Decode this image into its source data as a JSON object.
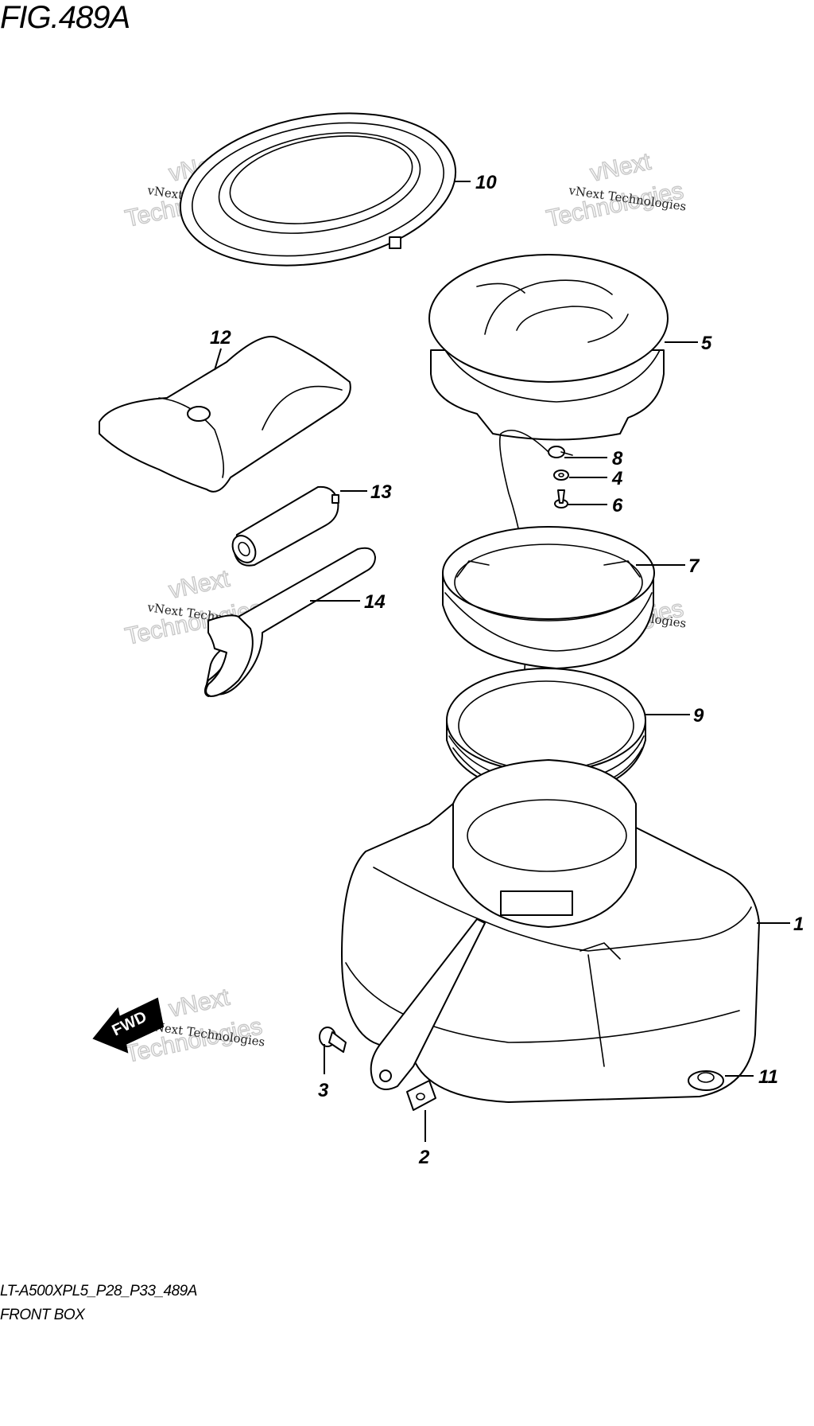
{
  "figure": {
    "title": "FIG.489A",
    "code": "LT-A500XPL5_P28_P33_489A",
    "name": "FRONT BOX"
  },
  "callouts": [
    "10",
    "5",
    "12",
    "8",
    "4",
    "6",
    "13",
    "7",
    "14",
    "9",
    "1",
    "3",
    "2",
    "11"
  ],
  "watermark": {
    "small": "vNext Technologies",
    "big_line1": "vNext",
    "big_line2": "Technologies"
  },
  "direction_arrow": {
    "label": "FWD"
  },
  "colors": {
    "ink": "#000000",
    "background": "#ffffff",
    "watermark": "#c8c8c8"
  }
}
